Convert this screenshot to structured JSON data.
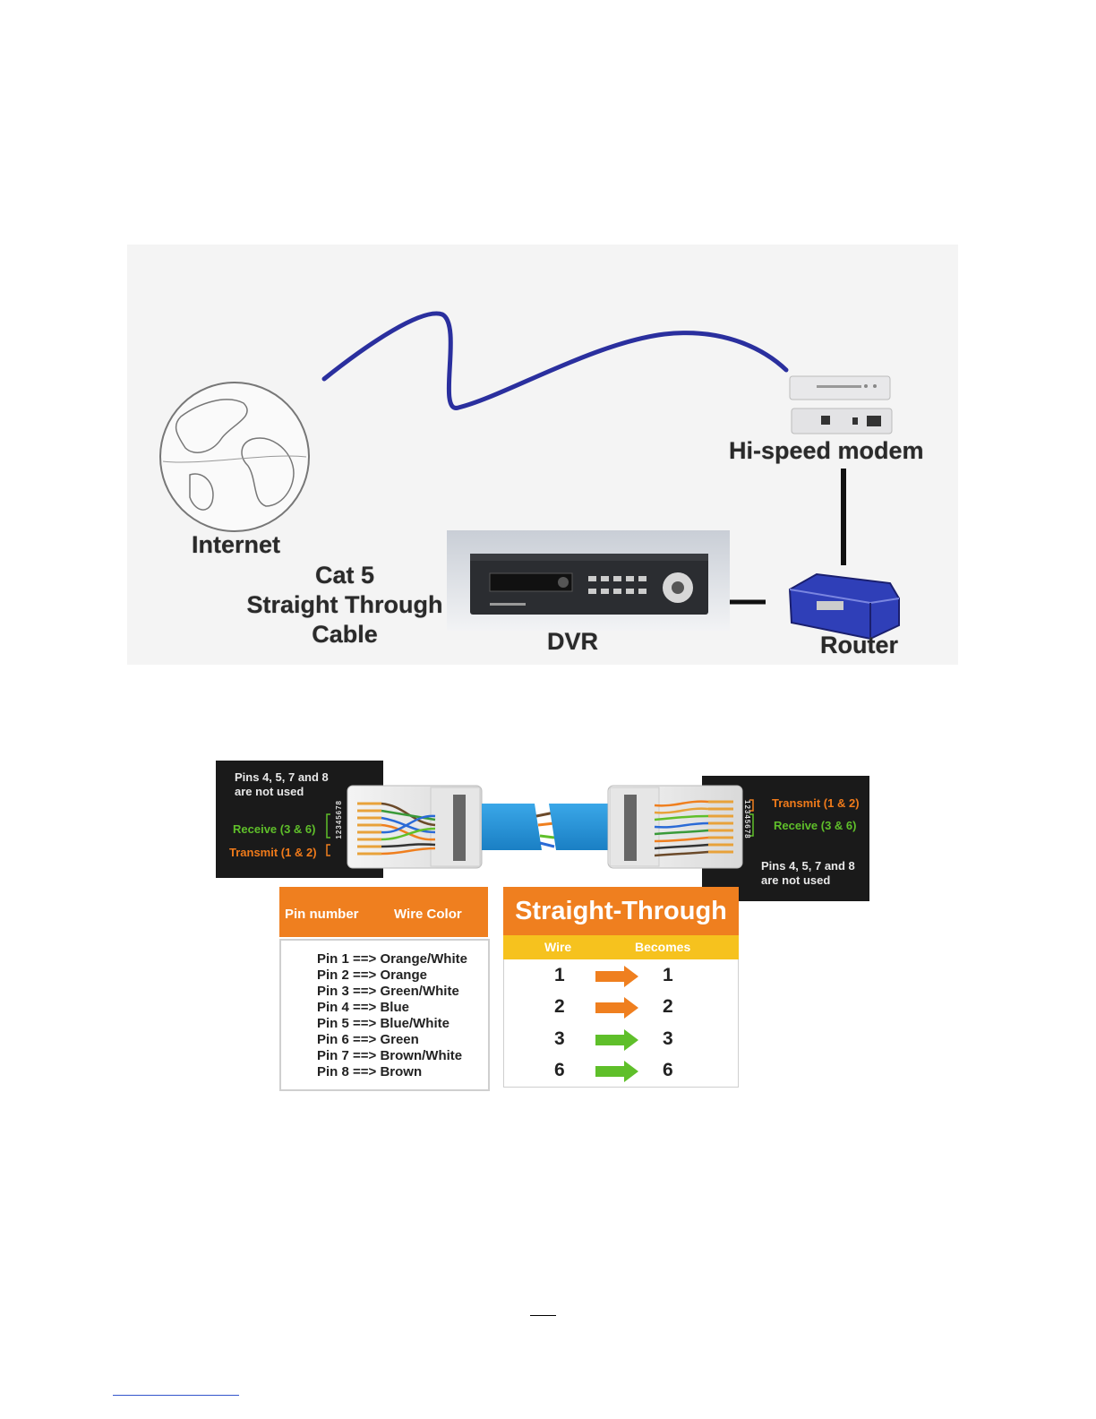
{
  "network": {
    "internet_label": "Internet",
    "modem_label": "Hi-speed modem",
    "router_label": "Router",
    "dvr_label": "DVR",
    "cable_label": [
      "Cat 5",
      "Straight Through",
      "Cable"
    ]
  },
  "wiring": {
    "left_note": [
      "Pins 4, 5, 7 and 8",
      "are not used"
    ],
    "left_receive": "Receive (3 & 6)",
    "left_transmit": "Transmit (1 & 2)",
    "right_transmit": "Transmit (1 & 2)",
    "right_receive": "Receive (3 & 6)",
    "right_note": [
      "Pins 4, 5, 7 and 8",
      "are not used"
    ],
    "left_pin_numbers": "12345678",
    "right_pin_numbers": "12345678"
  },
  "pin_table": {
    "col_pin": "Pin number",
    "col_color": "Wire Color",
    "rows": [
      "Pin 1 ==> Orange/White",
      "Pin 2 ==> Orange",
      "Pin 3 ==> Green/White",
      "Pin 4 ==> Blue",
      "Pin 5 ==> Blue/White",
      "Pin 6 ==> Green",
      "Pin 7 ==> Brown/White",
      "Pin 8 ==> Brown"
    ]
  },
  "straight_through": {
    "title": "Straight-Through",
    "col_wire": "Wire",
    "col_becomes": "Becomes",
    "rows": [
      {
        "wire": "1",
        "becomes": "1",
        "arrow_color": "#ef7f1f"
      },
      {
        "wire": "2",
        "becomes": "2",
        "arrow_color": "#ef7f1f"
      },
      {
        "wire": "3",
        "becomes": "3",
        "arrow_color": "#5fbf2a"
      },
      {
        "wire": "6",
        "becomes": "6",
        "arrow_color": "#5fbf2a"
      }
    ]
  },
  "colors": {
    "orange": "#ef7f1f",
    "yellow": "#f6c21e",
    "green": "#5fbf2a",
    "cable_blue": "#1f8fd6",
    "wan_line": "#2a2f9e"
  }
}
